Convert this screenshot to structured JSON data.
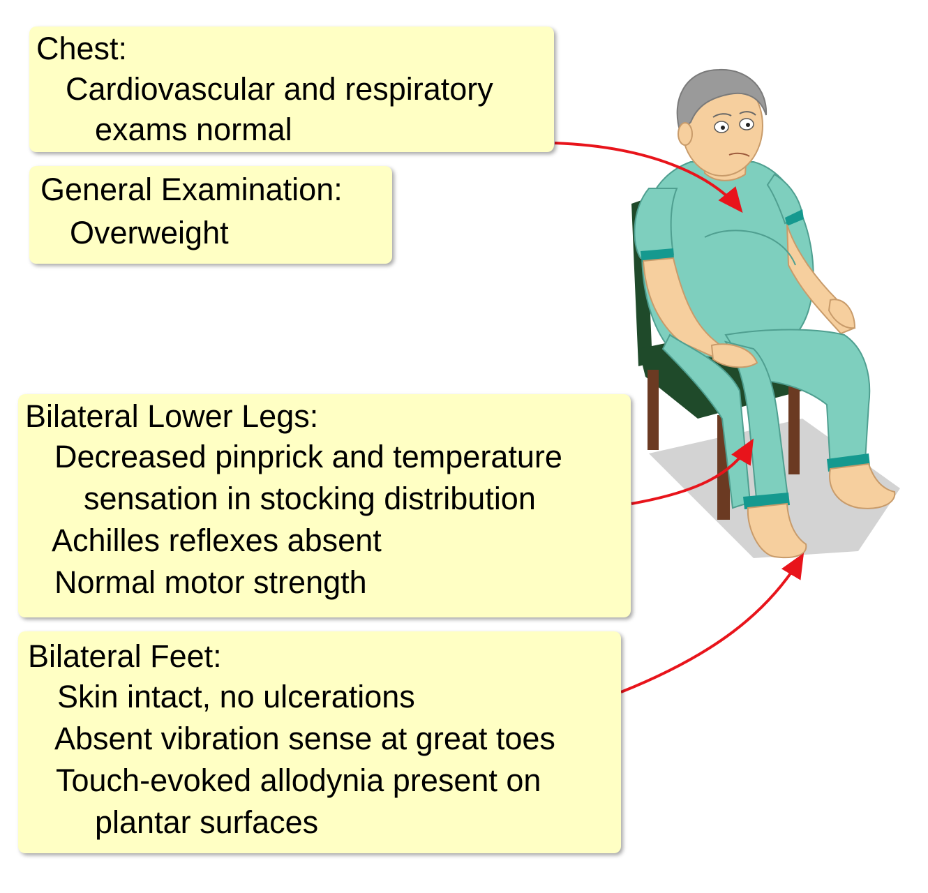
{
  "chest": {
    "heading": "Chest:",
    "lines": [
      "Cardiovascular and respiratory",
      "exams normal"
    ]
  },
  "general": {
    "heading": "General Examination:",
    "lines": [
      "Overweight"
    ]
  },
  "lower_legs": {
    "heading": "Bilateral Lower Legs:",
    "lines": [
      "Decreased pinprick and temperature",
      "sensation in stocking distribution",
      "Achilles reflexes absent",
      "Normal motor strength"
    ]
  },
  "feet": {
    "heading": "Bilateral Feet:",
    "lines": [
      "Skin intact, no ulcerations",
      "Absent vibration sense at great toes",
      "Touch-evoked allodynia present on",
      "plantar surfaces"
    ]
  },
  "colors": {
    "box_fill": "#ffffc4",
    "arrow": "#e8141b",
    "scrubs": "#7ecfbe",
    "scrubs_trim": "#15998f",
    "skin": "#f6cf9e",
    "hair": "#9a9a9a",
    "chair": "#6b3a22",
    "chair_back": "#1f4a2a"
  },
  "illustration": "seated-overweight-patient-in-scrubs"
}
